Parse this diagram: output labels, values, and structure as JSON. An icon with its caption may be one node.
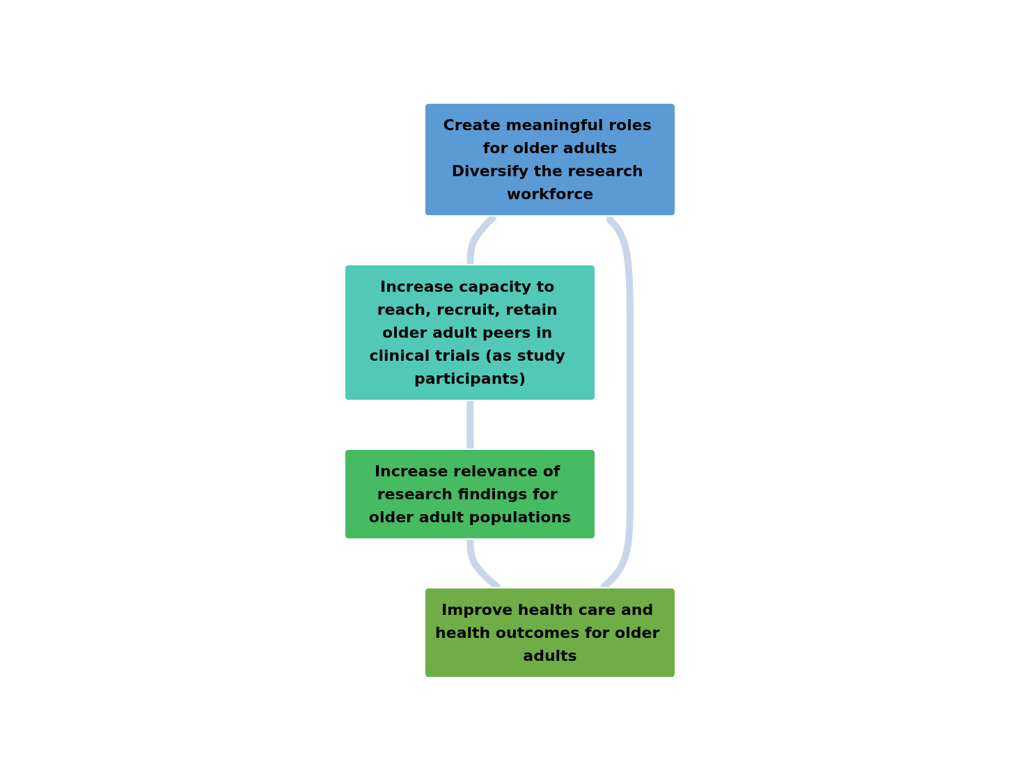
{
  "diagram": {
    "nodes": [
      {
        "text": [
          "Create meaningful roles for older adults",
          "Diversify the research workforce"
        ]
      },
      {
        "text": [
          "Increase capacity to reach, recruit, retain older adult peers in clinical trials (as study participants)"
        ]
      },
      {
        "text": [
          "Increase relevance of research findings for older adult populations"
        ]
      },
      {
        "text": [
          "Improve health care and health outcomes for older adults"
        ]
      }
    ],
    "edges": [
      {
        "from": 0,
        "to": 1,
        "arrow": "none"
      },
      {
        "from": 1,
        "to": 2,
        "arrow": "none"
      },
      {
        "from": 2,
        "to": 3,
        "arrow": "none"
      },
      {
        "from": 3,
        "to": 0,
        "arrow": "to"
      }
    ]
  }
}
